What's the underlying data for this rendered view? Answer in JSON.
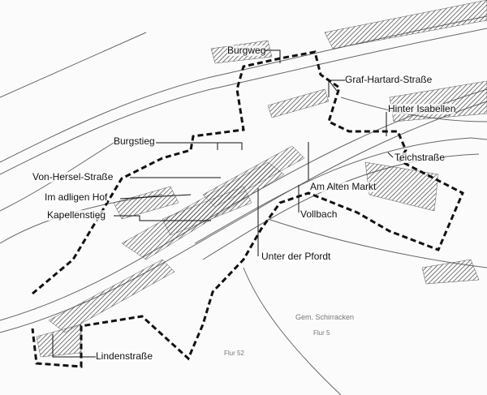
{
  "map": {
    "street_labels": [
      {
        "name": "Burgweg"
      },
      {
        "name": "Graf-Hartard-Straße"
      },
      {
        "name": "Hinter Isabellen"
      },
      {
        "name": "Teichstraße"
      },
      {
        "name": "Burgstieg"
      },
      {
        "name": "Von-Hersel-Straße"
      },
      {
        "name": "Im adligen Hof"
      },
      {
        "name": "Kapellenstieg"
      },
      {
        "name": "Am Alten Markt"
      },
      {
        "name": "Vollbach"
      },
      {
        "name": "Unter der Pfordt"
      },
      {
        "name": "Lindenstraße"
      }
    ],
    "cadastral": {
      "gemarkung": "Gem. Schirracken",
      "flur_right": "Flur 5",
      "flur_left": "Flur 52"
    },
    "colors": {
      "boundary": "#111111",
      "lines": "#555555"
    }
  }
}
